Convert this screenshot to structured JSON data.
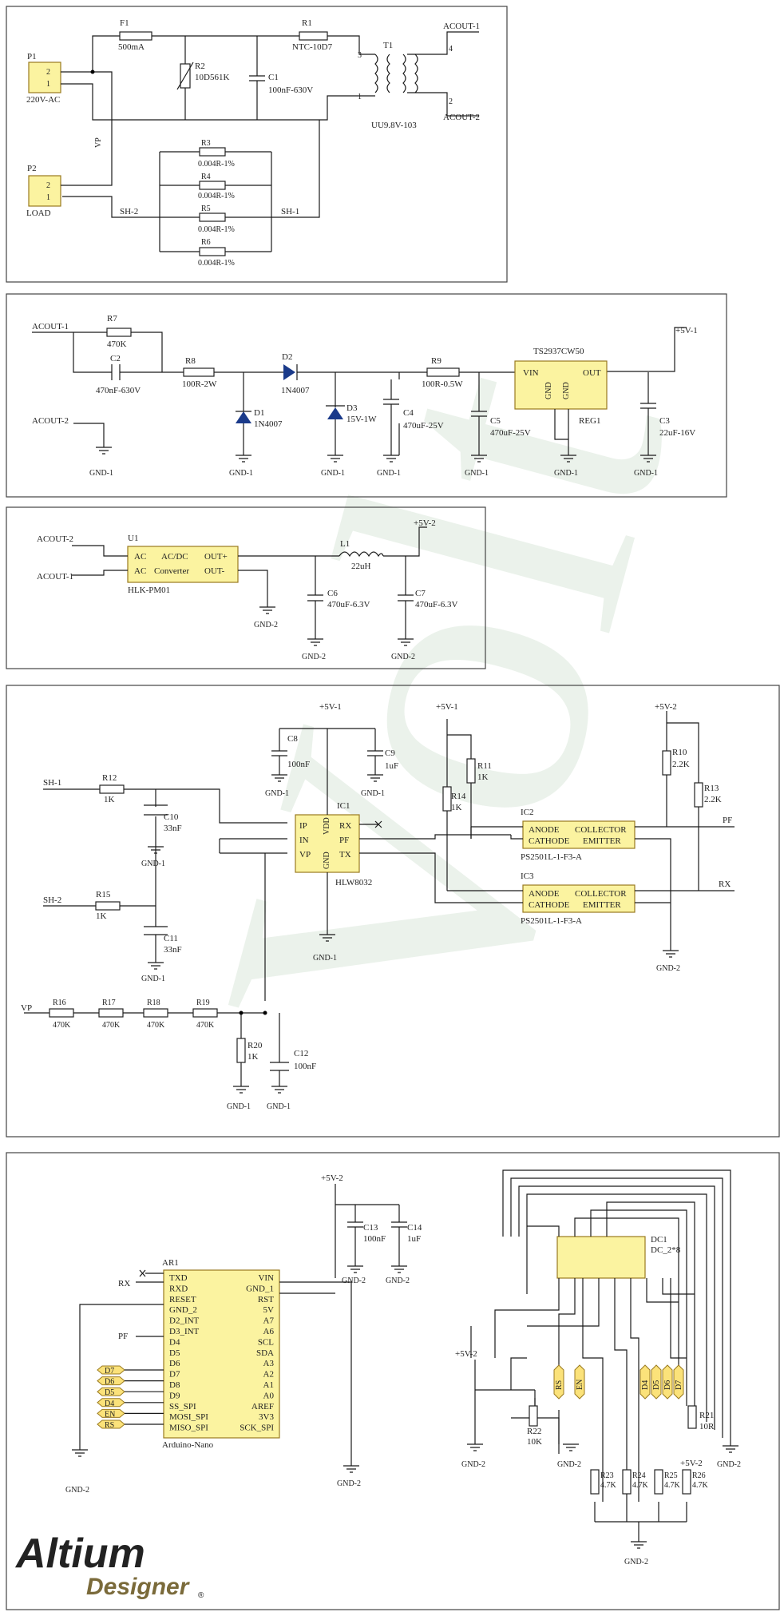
{
  "watermark": "Volt",
  "logo": {
    "line1": "Altium",
    "line2": "Designer",
    "mark": "®"
  },
  "s1": {
    "p1": "P1",
    "p1v": "220V-AC",
    "p2": "P2",
    "p2v": "LOAD",
    "f1": "F1",
    "f1v": "500mA",
    "r2": "R2",
    "r2v": "10D561K",
    "r1": "R1",
    "r1v": "NTC-10D7",
    "c1": "C1",
    "c1v": "100nF-630V",
    "t1": "T1",
    "t1v": "UU9.8V-103",
    "acout1": "ACOUT-1",
    "acout2": "ACOUT-2",
    "vp": "VP",
    "sh2": "SH-2",
    "sh1": "SH-1",
    "r3": "R3",
    "r4": "R4",
    "r5": "R5",
    "r6": "R6",
    "rshunt": "0.004R-1%",
    "n1": "1",
    "n2": "2",
    "n3": "3",
    "n4": "4"
  },
  "s2": {
    "acout1": "ACOUT-1",
    "acout2": "ACOUT-2",
    "r7": "R7",
    "r7v": "470K",
    "c2": "C2",
    "c2v": "470nF-630V",
    "r8": "R8",
    "r8v": "100R-2W",
    "d1": "D1",
    "d1v": "1N4007",
    "d2": "D2",
    "d2v": "1N4007",
    "d3": "D3",
    "d3v": "15V-1W",
    "c4": "C4",
    "c4v": "470uF-25V",
    "r9": "R9",
    "r9v": "100R-0.5W",
    "c5": "C5",
    "c5v": "470uF-25V",
    "reg": "TS2937CW50",
    "reg1": "REG1",
    "vin": "VIN",
    "out": "OUT",
    "gnd": "GND",
    "c3": "C3",
    "c3v": "22uF-16V",
    "p5v": "+5V-1",
    "gnd1": "GND-1"
  },
  "s3": {
    "acout2": "ACOUT-2",
    "acout1": "ACOUT-1",
    "u1": "U1",
    "u1v": "HLK-PM01",
    "ac": "AC",
    "acdc": "AC/DC",
    "conv": "Converter",
    "outp": "OUT+",
    "outm": "OUT-",
    "l1": "L1",
    "l1v": "22uH",
    "c6": "C6",
    "c6v": "470uF-6.3V",
    "c7": "C7",
    "c7v": "470uF-6.3V",
    "p5v2": "+5V-2",
    "gnd2": "GND-2"
  },
  "s4": {
    "sh1": "SH-1",
    "sh2": "SH-2",
    "vp": "VP",
    "r12": "R12",
    "r15": "R15",
    "k1": "1K",
    "c10": "C10",
    "c11": "C11",
    "c33": "33nF",
    "c8": "C8",
    "c9": "C9",
    "c12": "C12",
    "n100": "100nF",
    "u1f": "1uF",
    "ic1": "IC1",
    "ic1v": "HLW8032",
    "ip": "IP",
    "in": "IN",
    "vpin": "VP",
    "vdd": "VDD",
    "gnd": "GND",
    "rx": "RX",
    "pf": "PF",
    "tx": "TX",
    "r11": "R11",
    "r14": "R14",
    "r10": "R10",
    "r13": "R13",
    "k22": "2.2K",
    "ic2": "IC2",
    "ic3": "IC3",
    "opto": "PS2501L-1-F3-A",
    "anode": "ANODE",
    "cathode": "CATHODE",
    "collector": "COLLECTOR",
    "emitter": "EMITTER",
    "r16": "R16",
    "r17": "R17",
    "r18": "R18",
    "r19": "R19",
    "k470": "470K",
    "r20": "R20",
    "p5v1": "+5V-1",
    "p5v2": "+5V-2",
    "gnd1": "GND-1",
    "gnd2": "GND-2",
    "pfout": "PF",
    "rxout": "RX"
  },
  "s5": {
    "p5v2": "+5V-2",
    "c13": "C13",
    "c14": "C14",
    "c13v": "100nF",
    "c14v": "1uF",
    "gnd2": "GND-2",
    "ar1": "AR1",
    "ar1v": "Arduino-Nano",
    "rx": "RX",
    "pf": "PF",
    "left": [
      "TXD",
      "RXD",
      "RESET",
      "GND_2",
      "D2_INT",
      "D3_INT",
      "D4",
      "D5",
      "D6",
      "D7",
      "D8",
      "D9",
      "SS_SPI",
      "MOSI_SPI",
      "MISO_SPI"
    ],
    "right": [
      "VIN",
      "GND_1",
      "RST",
      "5V",
      "A7",
      "A6",
      "SCL",
      "SDA",
      "A3",
      "A2",
      "A1",
      "A0",
      "AREF",
      "3V3",
      "SCK_SPI"
    ],
    "tags": [
      "D7",
      "D6",
      "D5",
      "D4",
      "EN",
      "RS"
    ],
    "dc1": "DC1",
    "dc1v": "DC_2*8",
    "r22": "R22",
    "r22v": "10K",
    "r21": "R21",
    "r21v": "10R",
    "r23": "R23",
    "r24": "R24",
    "r25": "R25",
    "r26": "R26",
    "k47": "4.7K",
    "hdrtags": [
      "RS",
      "EN",
      "D4",
      "D5",
      "D6",
      "D7"
    ]
  }
}
